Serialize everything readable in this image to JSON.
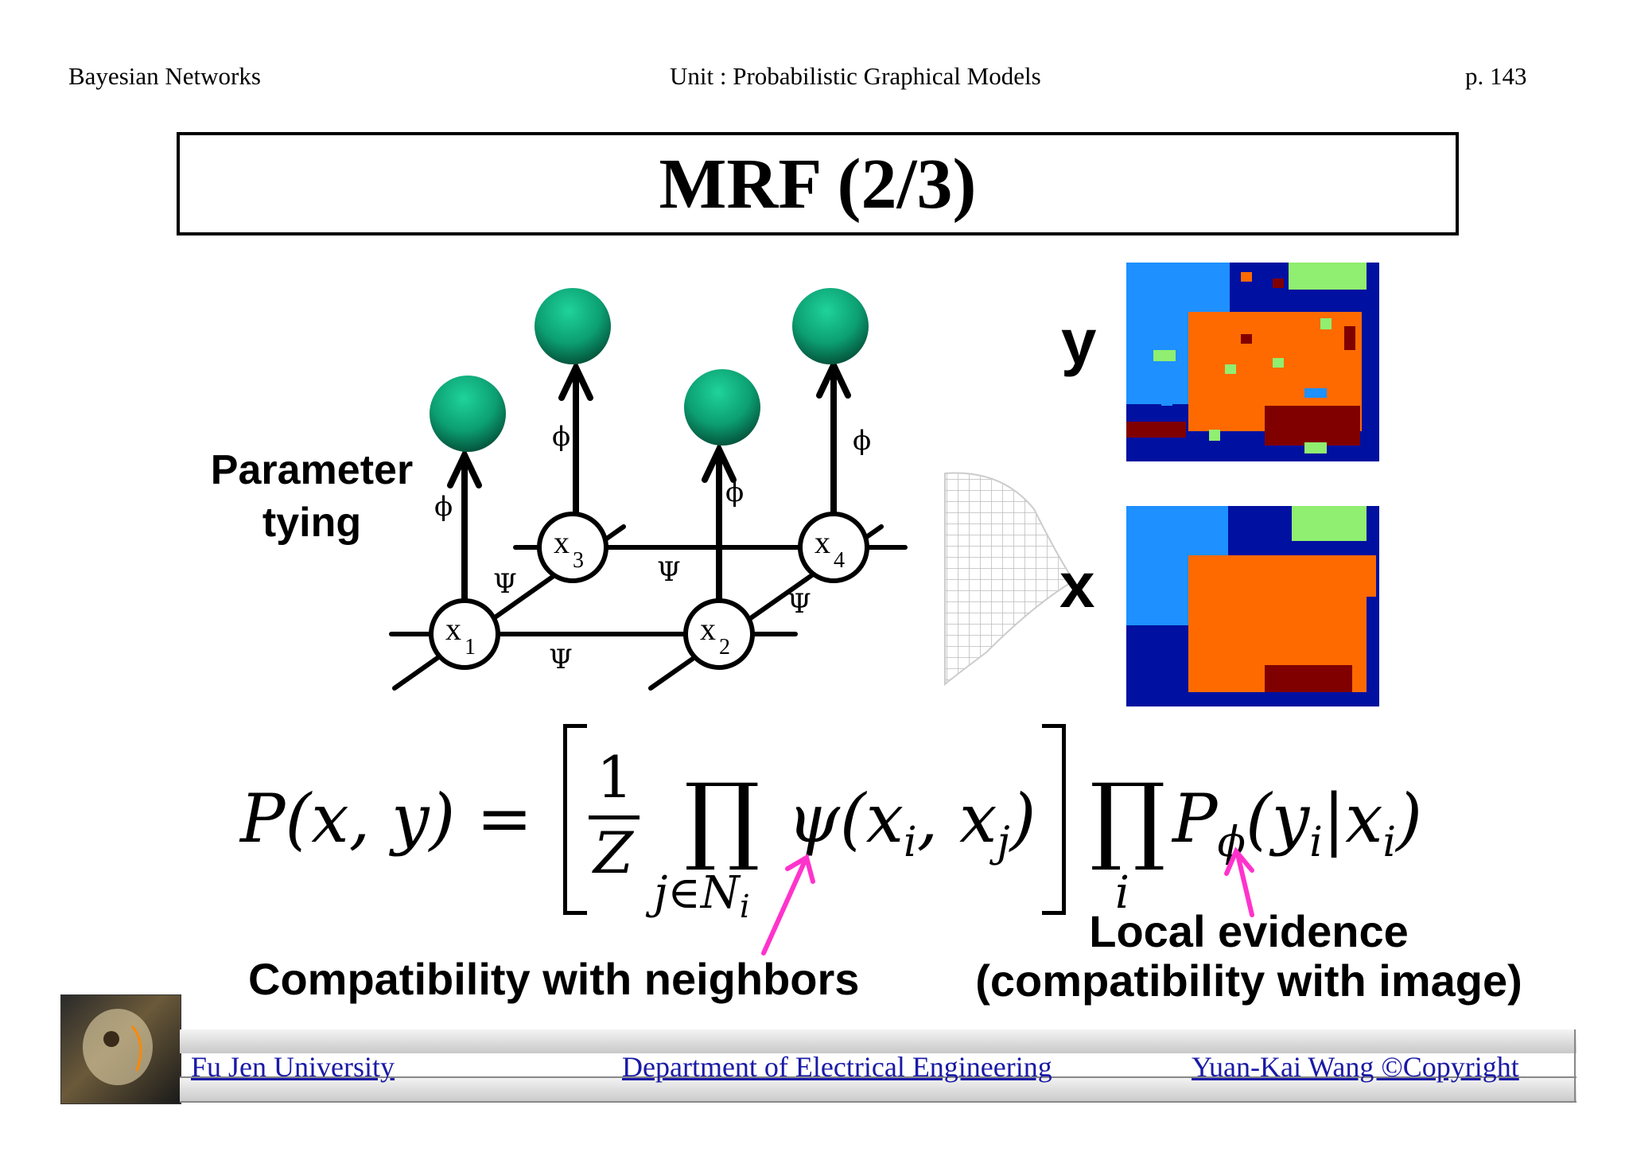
{
  "header": {
    "left": "Bayesian Networks",
    "center": "Unit : Probabilistic Graphical Models",
    "right": "p.  143"
  },
  "title": "MRF (2/3)",
  "diagram": {
    "nodes": [
      "x1",
      "x2",
      "x3",
      "x4"
    ],
    "edge_label_psi": "Ψ",
    "edge_label_phi": "ϕ",
    "side_label_line1": "Parameter",
    "side_label_line2": "tying",
    "image_label_y": "y",
    "image_label_x": "x"
  },
  "formula": {
    "lhs": "P(x, y) =",
    "frac_num": "1",
    "frac_den": "Z",
    "prod1_sub": "j∈N",
    "prod1_sub_i": "i",
    "psi_term": "ψ(x",
    "psi_i": "i",
    "psi_mid": ", x",
    "psi_j": "j",
    "psi_close": ")",
    "prod2_sub": "i",
    "p_term": "P",
    "p_sub": "ϕ",
    "p_rest": "(y",
    "p_yi": "i",
    "p_bar": "|x",
    "p_xi": "i",
    "p_close": ")"
  },
  "annotations": {
    "left": "Compatibility with neighbors",
    "right_line1": "Local evidence",
    "right_line2": "(compatibility with image)"
  },
  "footer": {
    "left": "Fu Jen University",
    "center": "Department of Electrical Engineering",
    "right": "Yuan-Kai Wang ©Copyright"
  },
  "colors": {
    "node_green": "#0c9f72",
    "arrow_pink": "#ff33cc",
    "link_blue": "#1a1aa6",
    "img_dark_blue": "#0010a0",
    "img_light_blue": "#1e90ff",
    "img_orange": "#ff6a00",
    "img_green": "#90ee70",
    "img_dark_red": "#800000"
  }
}
